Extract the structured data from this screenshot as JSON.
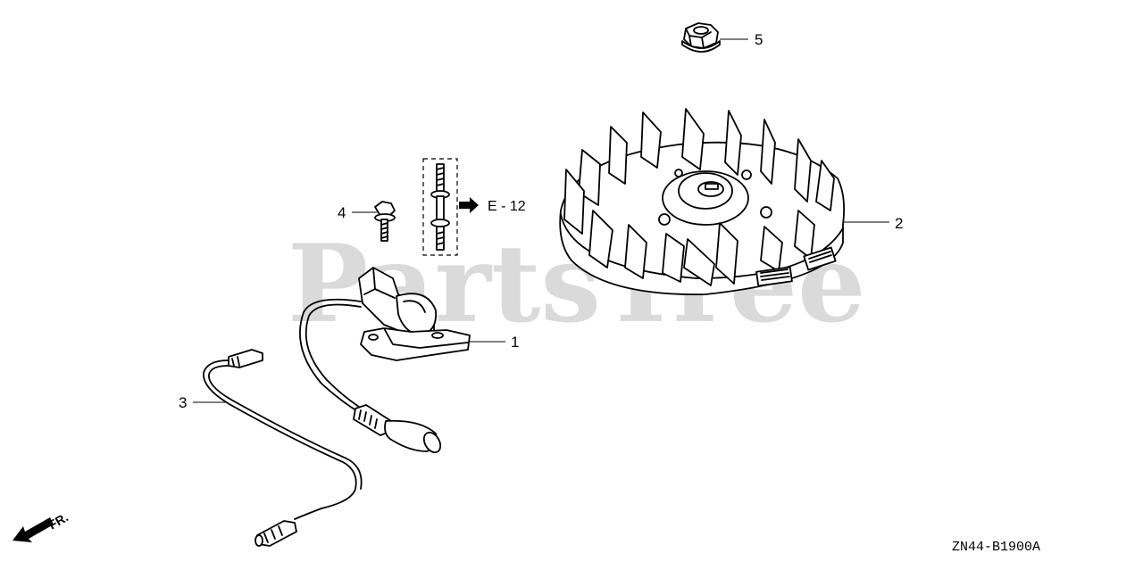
{
  "watermark": "PartsTree",
  "diagram_code": "ZN44-B1900A",
  "reference": {
    "arrow_icon": "bold-right-arrow",
    "text": "E - 12"
  },
  "front_indicator": {
    "icon": "front-direction-arrow-icon",
    "text": "FR."
  },
  "callouts": [
    {
      "number": "1",
      "part": "ignition-coil"
    },
    {
      "number": "2",
      "part": "flywheel"
    },
    {
      "number": "3",
      "part": "stop-switch-wire"
    },
    {
      "number": "4",
      "part": "flange-bolt"
    },
    {
      "number": "5",
      "part": "flange-nut"
    }
  ]
}
